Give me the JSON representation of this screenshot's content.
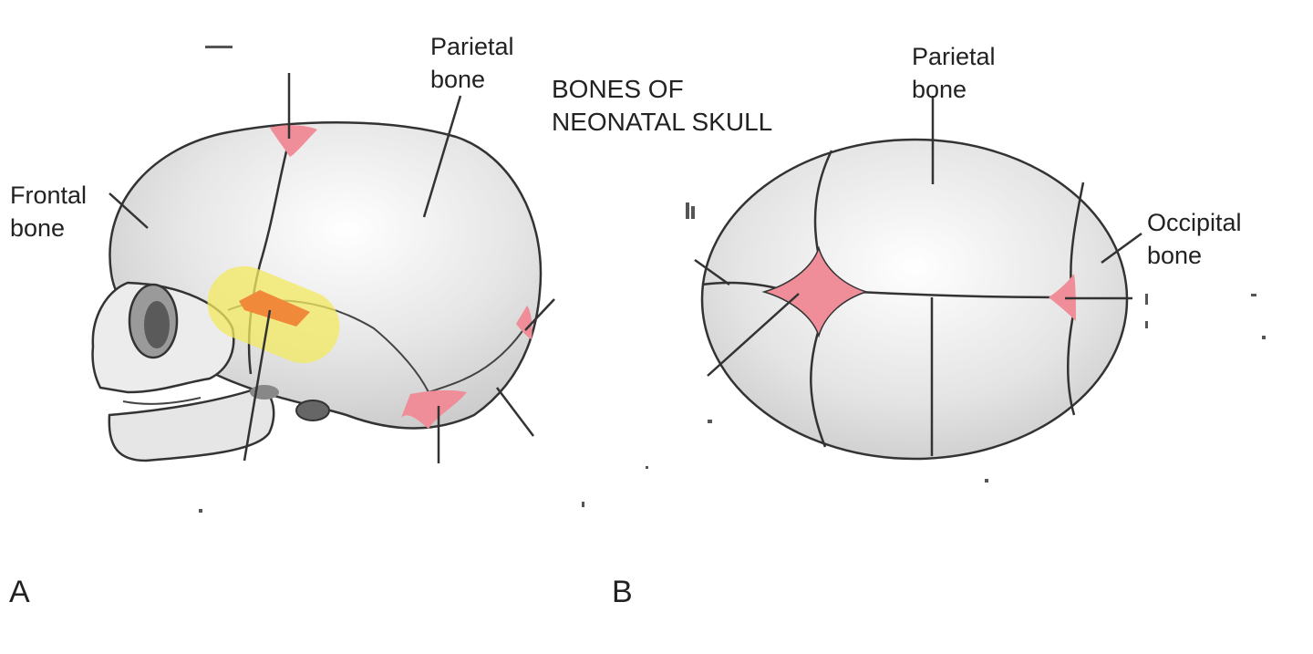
{
  "title": {
    "line1": "BONES OF",
    "line2": "NEONATAL SKULL"
  },
  "panels": {
    "a": {
      "letter": "A",
      "labels": {
        "parietal": [
          "Parietal",
          "bone"
        ],
        "frontal": [
          "Frontal",
          "bone"
        ]
      }
    },
    "b": {
      "letter": "B",
      "labels": {
        "parietal": [
          "Parietal",
          "bone"
        ],
        "occipital": [
          "Occipital",
          "bone"
        ]
      }
    }
  },
  "colors": {
    "bone": "#e8e8e8",
    "bone_shade": "#d2d2d2",
    "suture": "#333333",
    "fontanelle": "#ef8e98",
    "highlight_yellow": "#f3ea5f",
    "highlight_orange": "#f08a3a"
  }
}
